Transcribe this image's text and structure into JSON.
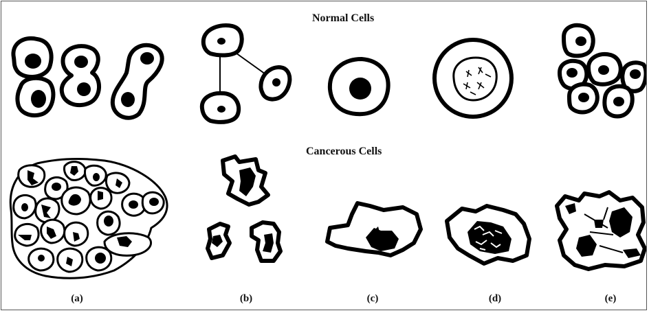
{
  "headings": {
    "normal": "Normal Cells",
    "cancerous": "Cancerous Cells"
  },
  "panels": [
    {
      "label": "(a)"
    },
    {
      "label": "(b)"
    },
    {
      "label": "(c)"
    },
    {
      "label": "(d)"
    },
    {
      "label": "(e)"
    }
  ],
  "colors": {
    "ink": "#000000",
    "background": "#ffffff",
    "border": "#555555"
  }
}
